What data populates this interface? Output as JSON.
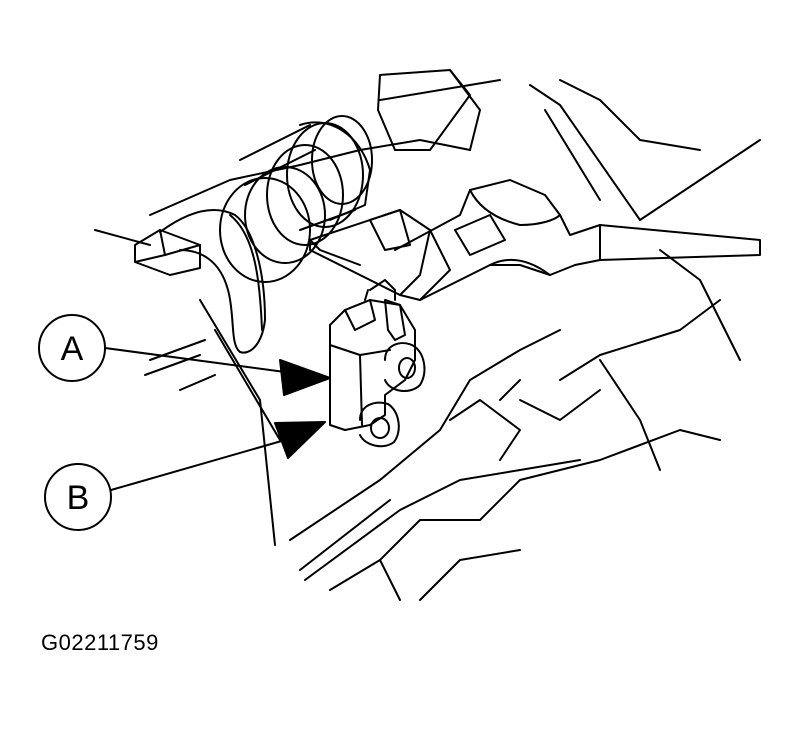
{
  "callouts": [
    {
      "label": "A"
    },
    {
      "label": "B"
    }
  ],
  "figure_id": "G02211759",
  "colors": {
    "ink": "#000000",
    "paper": "#ffffff"
  }
}
